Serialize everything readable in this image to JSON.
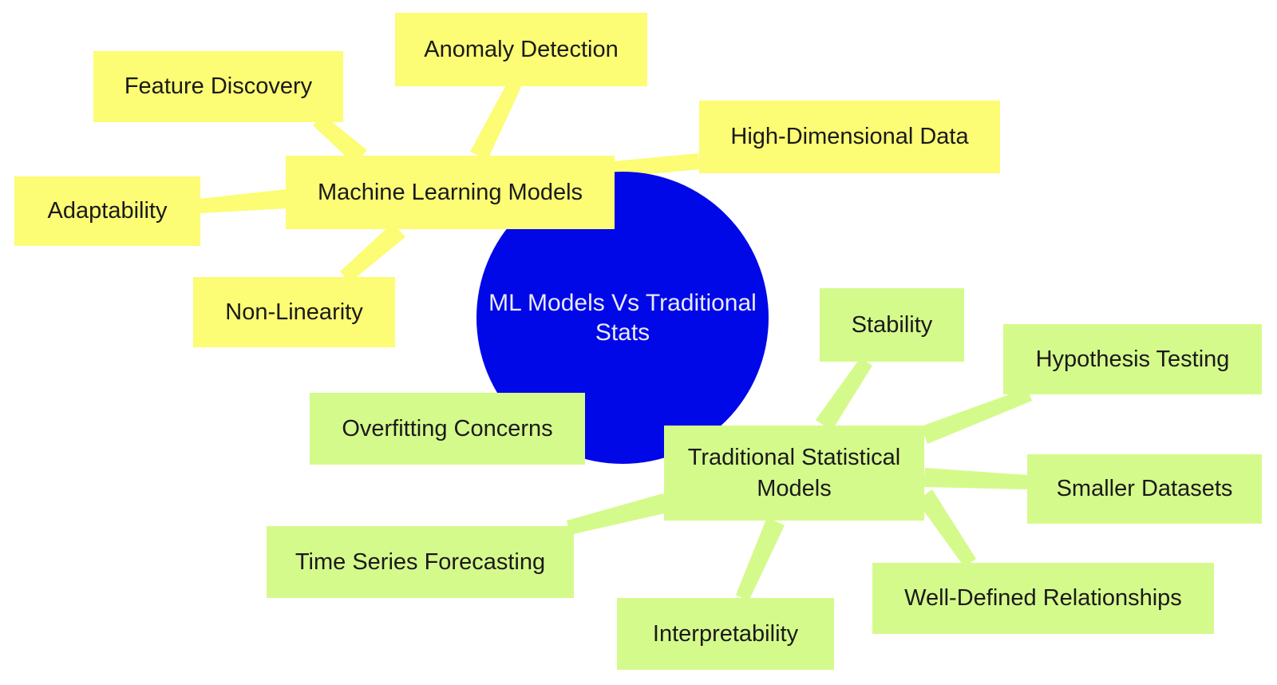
{
  "mindmap": {
    "root": {
      "label": "ML Models Vs Traditional Stats",
      "line1": "ML Models Vs Traditional",
      "line2": "Stats"
    },
    "ml_branch": {
      "label": "Machine Learning Models",
      "children": {
        "anomaly": "Anomaly Detection",
        "feature": "Feature Discovery",
        "adaptability": "Adaptability",
        "nonlinearity": "Non-Linearity",
        "highdim": "High-Dimensional Data"
      }
    },
    "stats_branch": {
      "label": "Traditional Statistical Models",
      "line1": "Traditional Statistical",
      "line2": "Models",
      "children": {
        "stability": "Stability",
        "hypothesis": "Hypothesis Testing",
        "smaller": "Smaller Datasets",
        "welldefined": "Well-Defined Relationships",
        "interpretability": "Interpretability",
        "timeseries": "Time Series Forecasting",
        "overfitting": "Overfitting Concerns"
      }
    },
    "colors": {
      "ml_section": "#FCFC75",
      "stats_section": "#D5FA8C",
      "root_fill": "#0008E8",
      "root_text": "#E9E9F8",
      "label_text": "#1A1A1A",
      "background": "#FFFFFF"
    }
  }
}
